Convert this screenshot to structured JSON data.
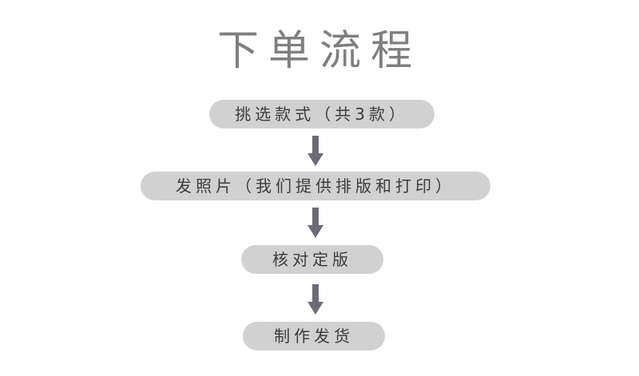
{
  "title": "下单流程",
  "steps": [
    {
      "label": "挑选款式（共3款）"
    },
    {
      "label": "发照片（我们提供排版和打印）"
    },
    {
      "label": "核对定版"
    },
    {
      "label": "制作发货"
    }
  ],
  "colors": {
    "title": "#7f7f7f",
    "step_background": "#d1d1d1",
    "step_text": "#3c3c3c",
    "arrow": "#6b6b78"
  },
  "icons": {
    "arrow": "arrow-down-icon"
  }
}
